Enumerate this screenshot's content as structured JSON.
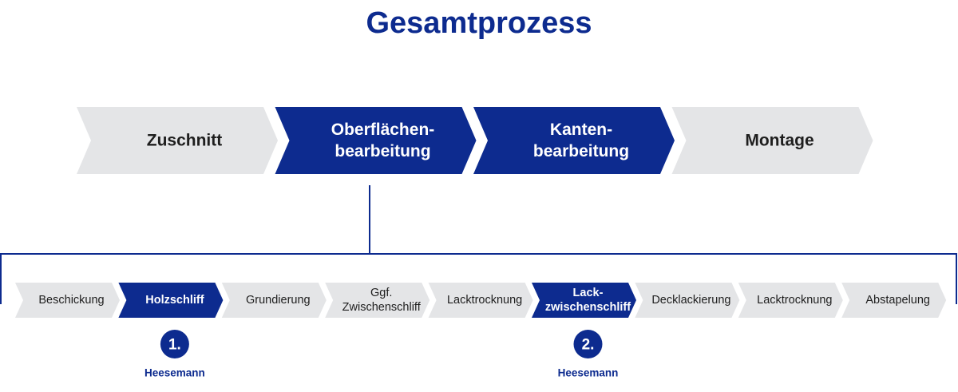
{
  "title": "Gesamtprozess",
  "colors": {
    "accent": "#0d2b8f",
    "inactive": "#e4e5e7",
    "text": "#1e1e1e"
  },
  "main_steps": [
    {
      "lines": [
        "Zuschnitt"
      ],
      "active": false
    },
    {
      "lines": [
        "Oberflächen-",
        "bearbeitung"
      ],
      "active": true
    },
    {
      "lines": [
        "Kanten-",
        "bearbeitung"
      ],
      "active": true
    },
    {
      "lines": [
        "Montage"
      ],
      "active": false
    }
  ],
  "sub_steps": [
    {
      "lines": [
        "Beschickung"
      ],
      "active": false
    },
    {
      "lines": [
        "Holzschliff"
      ],
      "active": true,
      "badge": "1.",
      "badge_label": "Heesemann"
    },
    {
      "lines": [
        "Grundierung"
      ],
      "active": false
    },
    {
      "lines": [
        "Ggf.",
        "Zwischenschliff"
      ],
      "active": false
    },
    {
      "lines": [
        "Lacktrocknung"
      ],
      "active": false
    },
    {
      "lines": [
        "Lack-",
        "zwischenschliff"
      ],
      "active": true,
      "badge": "2.",
      "badge_label": "Heesemann"
    },
    {
      "lines": [
        "Decklackierung"
      ],
      "active": false
    },
    {
      "lines": [
        "Lacktrocknung"
      ],
      "active": false
    },
    {
      "lines": [
        "Abstapelung"
      ],
      "active": false
    }
  ]
}
